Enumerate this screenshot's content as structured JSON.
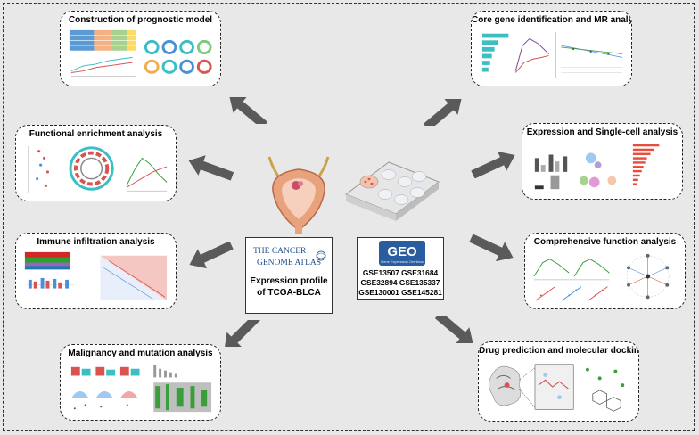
{
  "panels": {
    "p1": {
      "title": "Construction of prognostic model"
    },
    "p2": {
      "title": "Functional enrichment analysis"
    },
    "p3": {
      "title": "Immune infiltration analysis"
    },
    "p4": {
      "title": "Malignancy and mutation analysis"
    },
    "p5": {
      "title": "Core gene identification and MR analysis"
    },
    "p6": {
      "title": "Expression and Single-cell analysis"
    },
    "p7": {
      "title": "Comprehensive function analysis"
    },
    "p8": {
      "title": "Drug prediction and molecular docking"
    }
  },
  "center": {
    "tcga_logo_line1": "THE CANCER",
    "tcga_logo_line2": "GENOME ATLAS",
    "expression_line1": "Expression profile",
    "expression_line2": "of TCGA-BLCA",
    "geo_logo": "GEO",
    "geo_logo_sub": "Gene Expression Omnibus",
    "geo_row1": "GSE13507  GSE31684",
    "geo_row2": "GSE32894  GSE135337",
    "geo_row3": "GSE130001 GSE145281"
  },
  "colors": {
    "arrow": "#5a5a5a",
    "frame_bg": "#e8e8e8",
    "panel_border": "#222222",
    "accent_red": "#d9534f",
    "accent_teal": "#3bbfc3",
    "accent_blue": "#4a90d9"
  }
}
